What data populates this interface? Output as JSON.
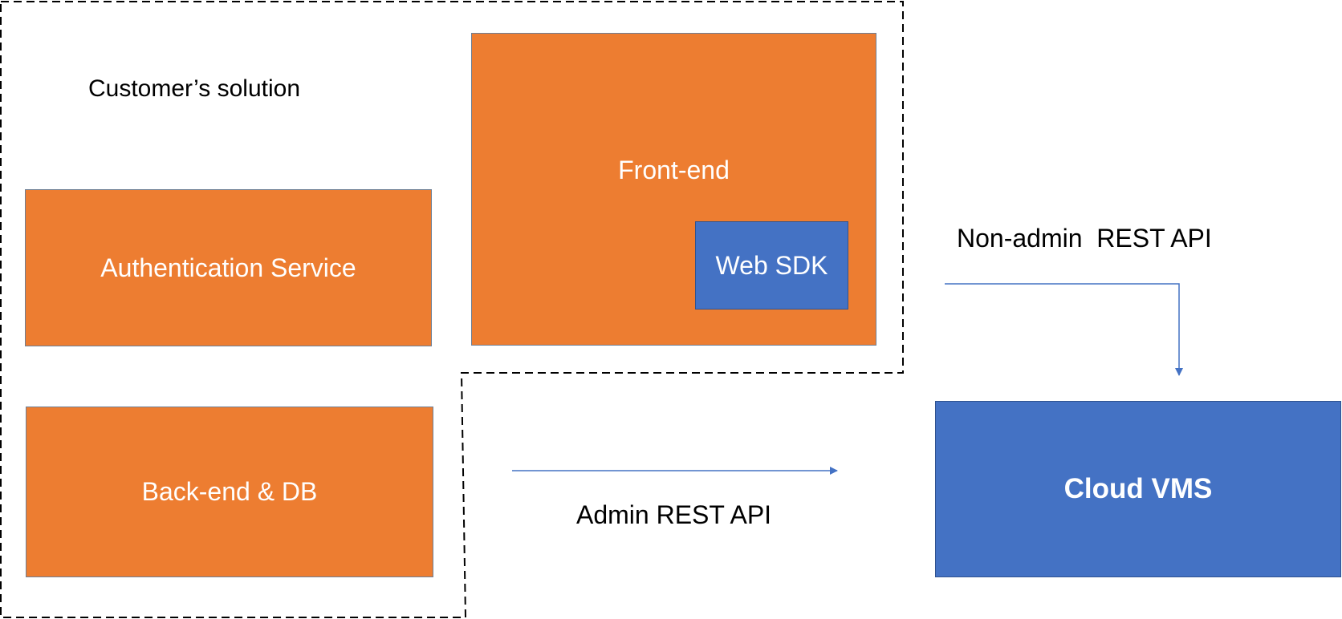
{
  "colors": {
    "orange_fill": "#ED7D31",
    "blue_fill": "#4472C4",
    "arrow": "#4472C4",
    "dashed_border": "#000000"
  },
  "labels": {
    "customer_solution": "Customer’s solution",
    "non_admin_api": "Non-admin  REST API",
    "admin_api": "Admin REST API"
  },
  "boxes": {
    "front_end": "Front-end",
    "web_sdk": "Web SDK",
    "auth_service": "Authentication Service",
    "backend_db": "Back-end & DB",
    "cloud_vms": "Cloud VMS"
  }
}
